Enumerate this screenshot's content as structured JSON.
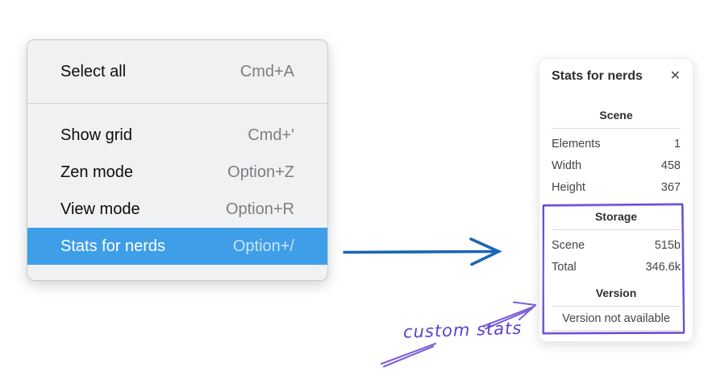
{
  "context_menu": {
    "selection_color": "#3f9ee8",
    "groups": [
      {
        "items": [
          {
            "label": "Select all",
            "shortcut": "Cmd+A"
          }
        ]
      },
      {
        "items": [
          {
            "label": "Show grid",
            "shortcut": "Cmd+'"
          },
          {
            "label": "Zen mode",
            "shortcut": "Option+Z"
          },
          {
            "label": "View mode",
            "shortcut": "Option+R"
          },
          {
            "label": "Stats for nerds",
            "shortcut": "Option+/",
            "selected": true
          }
        ]
      }
    ]
  },
  "stats_panel": {
    "title": "Stats for nerds",
    "close_icon": "✕",
    "scene_section": {
      "header": "Scene",
      "rows": [
        {
          "label": "Elements",
          "value": "1"
        },
        {
          "label": "Width",
          "value": "458"
        },
        {
          "label": "Height",
          "value": "367"
        }
      ]
    },
    "storage_section": {
      "header": "Storage",
      "rows": [
        {
          "label": "Scene",
          "value": "515b"
        },
        {
          "label": "Total",
          "value": "346.6k"
        }
      ]
    },
    "version_section": {
      "header": "Version",
      "note": "Version not available"
    }
  },
  "annotations": {
    "label": "custom stats",
    "text_color": "#5b43c9",
    "stroke_color": "#7a5fd8",
    "box_color": "#6647d6",
    "arrow_color": "#1b64b5"
  }
}
